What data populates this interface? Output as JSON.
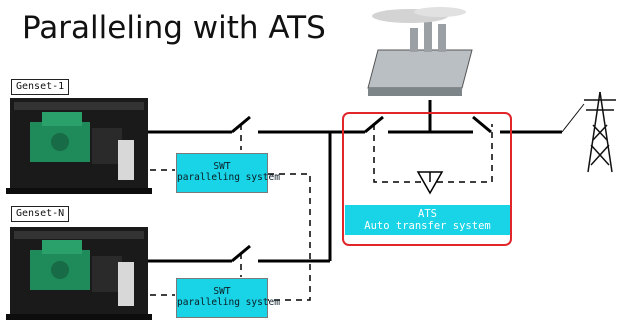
{
  "title": "Paralleling with ATS",
  "gensets": [
    {
      "label": "Genset-1"
    },
    {
      "label": "Genset-N"
    }
  ],
  "swt_units": [
    {
      "line1": "SWT",
      "line2": "paralleling system"
    },
    {
      "line1": "SWT",
      "line2": "paralleling system"
    }
  ],
  "ats": {
    "line1": "ATS",
    "line2": "Auto transfer system"
  },
  "colors": {
    "accent_cyan": "#19d3e6",
    "ats_frame_red": "#e0262b",
    "genset_green": "#1f8a5a",
    "genset_black": "#1a1a1a"
  }
}
